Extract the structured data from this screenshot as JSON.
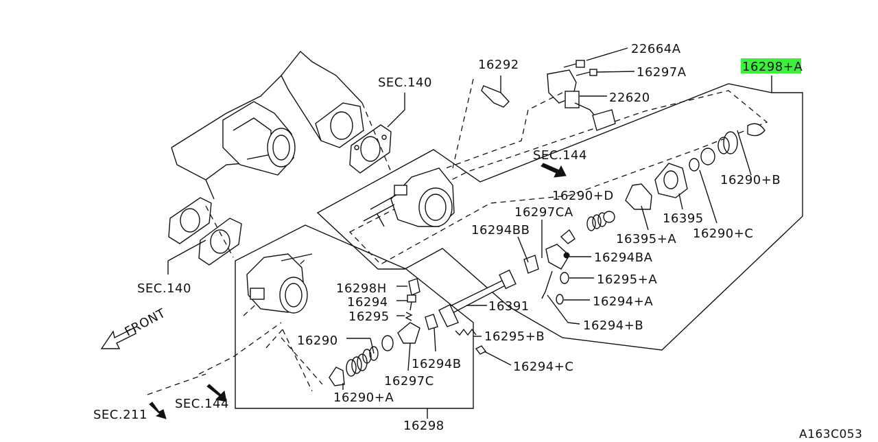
{
  "diagram": {
    "highlight_color": "#3ef03e",
    "highlighted_part": "16298+A",
    "figure_code": "A163C053",
    "callouts": [
      "22664A",
      "16297A",
      "22620",
      "16292",
      "16298+A",
      "SEC.140",
      "SEC.144",
      "16290+B",
      "16290+D",
      "16297CA",
      "16294BB",
      "16395",
      "16395+A",
      "16290+C",
      "16294BA",
      "16295+A",
      "16294+A",
      "16294+B",
      "SEC.140",
      "16298H",
      "16294",
      "16295",
      "16391",
      "16295+B",
      "16290",
      "16294B",
      "16294+C",
      "16297C",
      "16290+A",
      "SEC.144",
      "SEC.211",
      "16298",
      "FRONT"
    ]
  }
}
